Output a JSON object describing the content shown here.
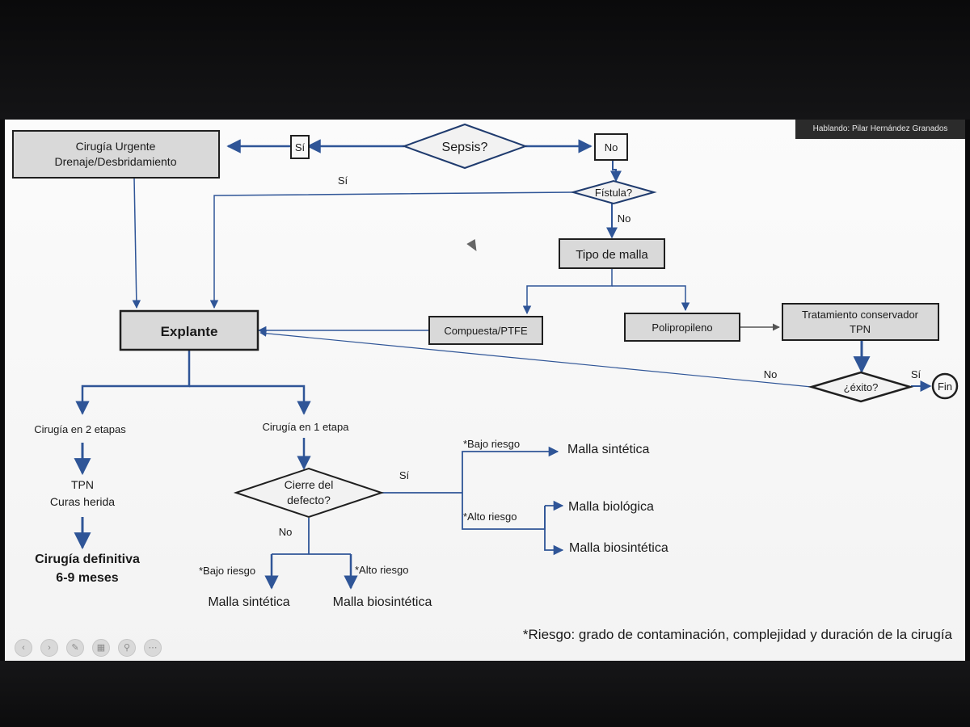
{
  "screen": {
    "speaker_label": "Hablando: Pilar Hernández Granados"
  },
  "diagram": {
    "node_cirugia_urgente_1": "Cirugía Urgente",
    "node_cirugia_urgente_2": "Drenaje/Desbridamiento",
    "node_si_box": "Sí",
    "node_sepsis": "Sepsis?",
    "node_no_box": "No",
    "label_si_fistula": "Sí",
    "node_fistula": "Fístula?",
    "label_no_fistula": "No",
    "node_tipo_malla": "Tipo de malla",
    "node_explante": "Explante",
    "node_compuesta": "Compuesta/PTFE",
    "node_polipropileno": "Polipropileno",
    "node_tratamiento_1": "Tratamiento conservador",
    "node_tratamiento_2": "TPN",
    "node_exito": "¿éxito?",
    "label_no_exito": "No",
    "label_si_exito": "Sí",
    "node_fin": "Fin",
    "node_cirugia_2_etapas": "Cirugía en 2 etapas",
    "node_cirugia_1_etapa": "Cirugía en 1 etapa",
    "node_tpn_1": "TPN",
    "node_tpn_2": "Curas herida",
    "node_cirugia_definitiva_1": "Cirugía definitiva",
    "node_cirugia_definitiva_2": "6-9 meses",
    "node_cierre_1": "Cierre del",
    "node_cierre_2": "defecto?",
    "label_si_cierre": "Sí",
    "label_no_cierre": "No",
    "label_bajo_riesgo_si": "*Bajo riesgo",
    "node_malla_sintetica_si": "Malla sintética",
    "label_alto_riesgo_si": "*Alto riesgo",
    "node_malla_biologica": "Malla biológica",
    "node_malla_biosintetica_si": "Malla biosintética",
    "label_bajo_riesgo_no": "*Bajo riesgo",
    "label_alto_riesgo_no": "*Alto riesgo",
    "node_malla_sintetica_no": "Malla sintética",
    "node_malla_biosintetica_no": "Malla biosintética",
    "footnote": "*Riesgo: grado de contaminación, complejidad y duración de la cirugía"
  },
  "colors": {
    "arrow": "#2f5597",
    "box_fill": "#d9d9d9",
    "box_border": "#1f1f1f",
    "text": "#1a1a1a"
  },
  "toolbar": {
    "prev_icon": "chevron-left-icon",
    "next_icon": "chevron-right-icon",
    "pen_icon": "pen-icon",
    "slides_icon": "slides-icon",
    "zoom_icon": "zoom-icon",
    "more_icon": "more-icon"
  }
}
